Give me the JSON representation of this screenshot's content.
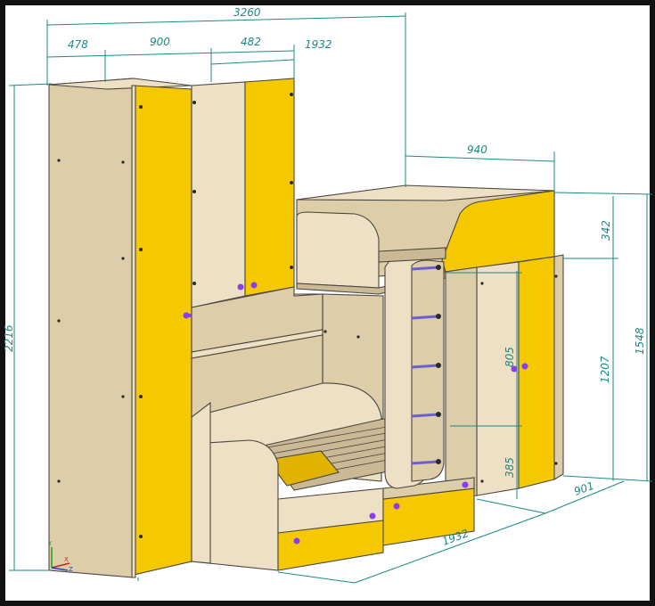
{
  "dimensions": {
    "overall_width": "3260",
    "top_left_segment": "478",
    "top_mid_segment": "900",
    "top_right_segment": "482",
    "top_bed_length": "1932",
    "upper_bed_width": "940",
    "total_height": "2216",
    "bed_rail_height": "342",
    "right_total_height": "1548",
    "cabinet_height": "1207",
    "ladder_span": "805",
    "lower_gap": "385",
    "base_depth": "901",
    "base_length": "1932"
  },
  "axis_triad": {
    "x": "X",
    "y": "Y",
    "z": "Z"
  },
  "colors": {
    "dimension": "#1a8a86",
    "wood": "#ede0c4",
    "facade": "#f5c800",
    "handle": "#8a3cf0",
    "frame": "#111111"
  }
}
